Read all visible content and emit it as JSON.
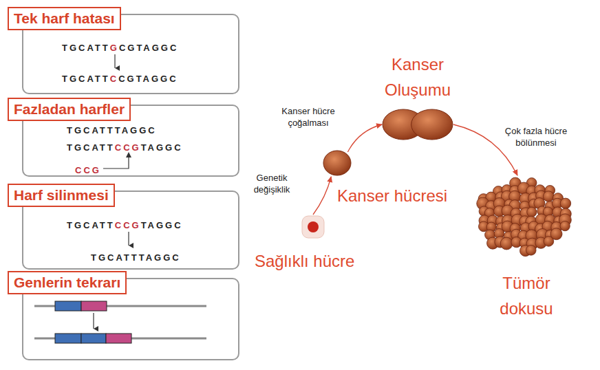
{
  "diagram": {
    "nodes": [
      {
        "text": [
          "Tek harf hatası",
          "TGCATTGCGTAGGC",
          "TGCATTCCGTAGGC"
        ]
      },
      {
        "text": [
          "Fazladan harfler",
          "TGCATTTAGGC",
          "TGCATTCCGTAGGC",
          "CCG"
        ]
      },
      {
        "text": [
          "Harf silinmesi",
          "TGCATTCCGTAGGC",
          "TGCATTTAGGC"
        ]
      },
      {
        "text": [
          "Genlerin tekrarı"
        ]
      },
      {
        "text": [
          "Sağlıklı hücre"
        ]
      },
      {
        "text": [
          "Kanser hücresi"
        ]
      },
      {
        "text": [
          "Kanser Oluşumu"
        ]
      },
      {
        "text": [
          "Tümör dokusu"
        ]
      }
    ],
    "edges": [
      {
        "from": 4,
        "to": 5,
        "arrow": "to",
        "label": "Genetik değişiklik"
      },
      {
        "from": 5,
        "to": 6,
        "arrow": "to",
        "label": "Kanser hücre çoğalması"
      },
      {
        "from": 6,
        "to": 7,
        "arrow": "to",
        "label": "Çok fazla hücre bölünmesi"
      }
    ]
  }
}
